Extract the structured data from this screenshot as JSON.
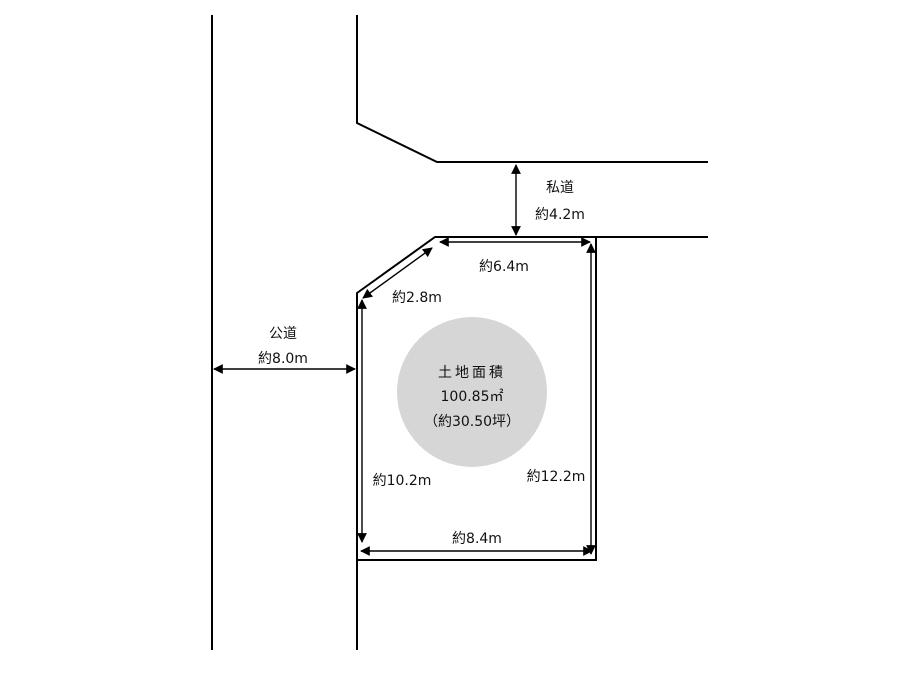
{
  "private_road": {
    "label": "私道",
    "width": "約4.2m"
  },
  "public_road": {
    "label": "公道",
    "width": "約8.0m"
  },
  "dimensions": {
    "top": "約6.4m",
    "diagonal": "約2.8m",
    "left": "約10.2m",
    "right": "約12.2m",
    "bottom": "約8.4m"
  },
  "area": {
    "title": "土地面積",
    "sqm": "100.85㎡",
    "tsubo": "（約30.50坪）"
  },
  "colors": {
    "circle": "#d6d6d6",
    "line": "#000000"
  }
}
